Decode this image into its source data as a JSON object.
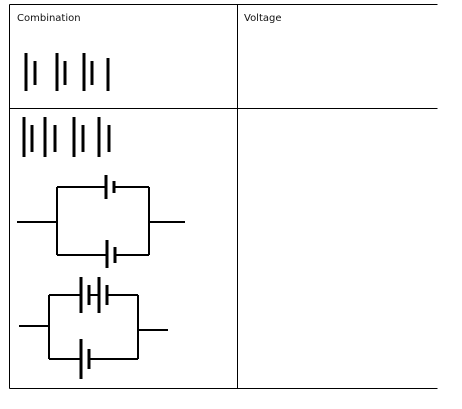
{
  "table": {
    "headers": {
      "combination": "Combination",
      "voltage": "Voltage"
    },
    "rows": [
      {
        "combination": "4 cells in series",
        "voltage": ""
      },
      {
        "combination": "5 cells in series; 2 cells in parallel; 2 parallel branches (2 cells and 1 cell)",
        "voltage": ""
      }
    ]
  },
  "colors": {
    "line": "#000000",
    "background": "#ffffff"
  }
}
